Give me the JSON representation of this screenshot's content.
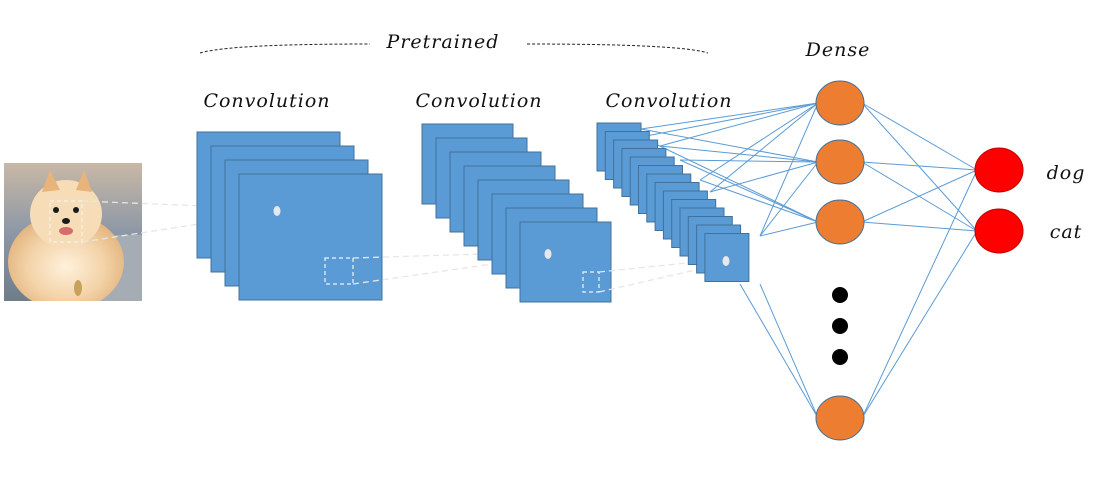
{
  "labels": {
    "pretrained": "Pretrained",
    "conv1": "Convolution",
    "conv2": "Convolution",
    "conv3": "Convolution",
    "dense": "Dense",
    "out1": "dog",
    "out2": "cat"
  },
  "colors": {
    "feature_map": "#5b9bd5",
    "feature_map_border": "#41719c",
    "dense_node": "#ed7d31",
    "output_node": "#ff0000",
    "connection": "#5b9bd5",
    "ellipsis_dot": "#000000"
  },
  "input_image": {
    "icon": "pomeranian-dog-photo"
  },
  "feature_map_counts": {
    "conv1": 4,
    "conv2": 8,
    "conv3": 14
  },
  "dense_visible_nodes": 4,
  "ellipsis_dots": 3,
  "output_nodes": 2
}
